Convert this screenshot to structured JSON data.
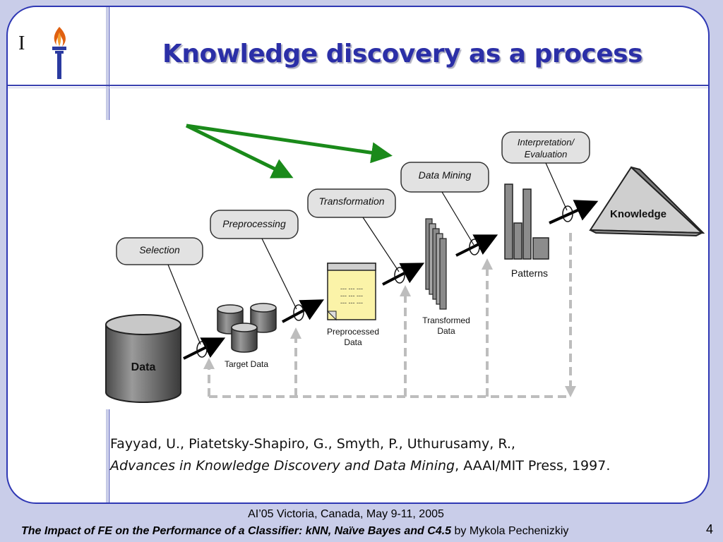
{
  "slide": {
    "logo_letter": "I",
    "title": "Knowledge discovery as a process"
  },
  "diagram": {
    "stages": {
      "selection": "Selection",
      "preprocessing": "Preprocessing",
      "transformation": "Transformation",
      "data_mining": "Data Mining",
      "interpretation_line1": "Interpretation/",
      "interpretation_line2": "Evaluation"
    },
    "artifacts": {
      "data": "Data",
      "target_data": "Target Data",
      "preprocessed_line1": "Preprocessed",
      "preprocessed_line2": "Data",
      "transformed_line1": "Transformed",
      "transformed_line2": "Data",
      "patterns": "Patterns",
      "knowledge": "Knowledge",
      "doc_lines": [
        "--- --- ---",
        "--- --- ---",
        "--- --- ---"
      ]
    },
    "colors": {
      "highlight_arrows": "#1a8a1a",
      "box_fill": "#e2e2e2",
      "cylinder_fill": "#6c6c6c",
      "document_fill": "#fbf3a8",
      "feedback_dash": "#bdbdbd"
    }
  },
  "citation": {
    "authors": "Fayyad, U., Piatetsky-Shapiro, G., Smyth, P., Uthurusamy, R.,",
    "book": "Advances in Knowledge Discovery and Data Mining",
    "publisher": ", AAAI/MIT Press, 1997."
  },
  "footer": {
    "venue": "AI’05  Victoria, Canada,  May 9-11, 2005",
    "paper_title": "The Impact of FE on the Performance of a Classifier: kNN, Naïve Bayes and C4.5",
    "byline": " by Mykola Pechenizkiy",
    "page_number": "4"
  }
}
